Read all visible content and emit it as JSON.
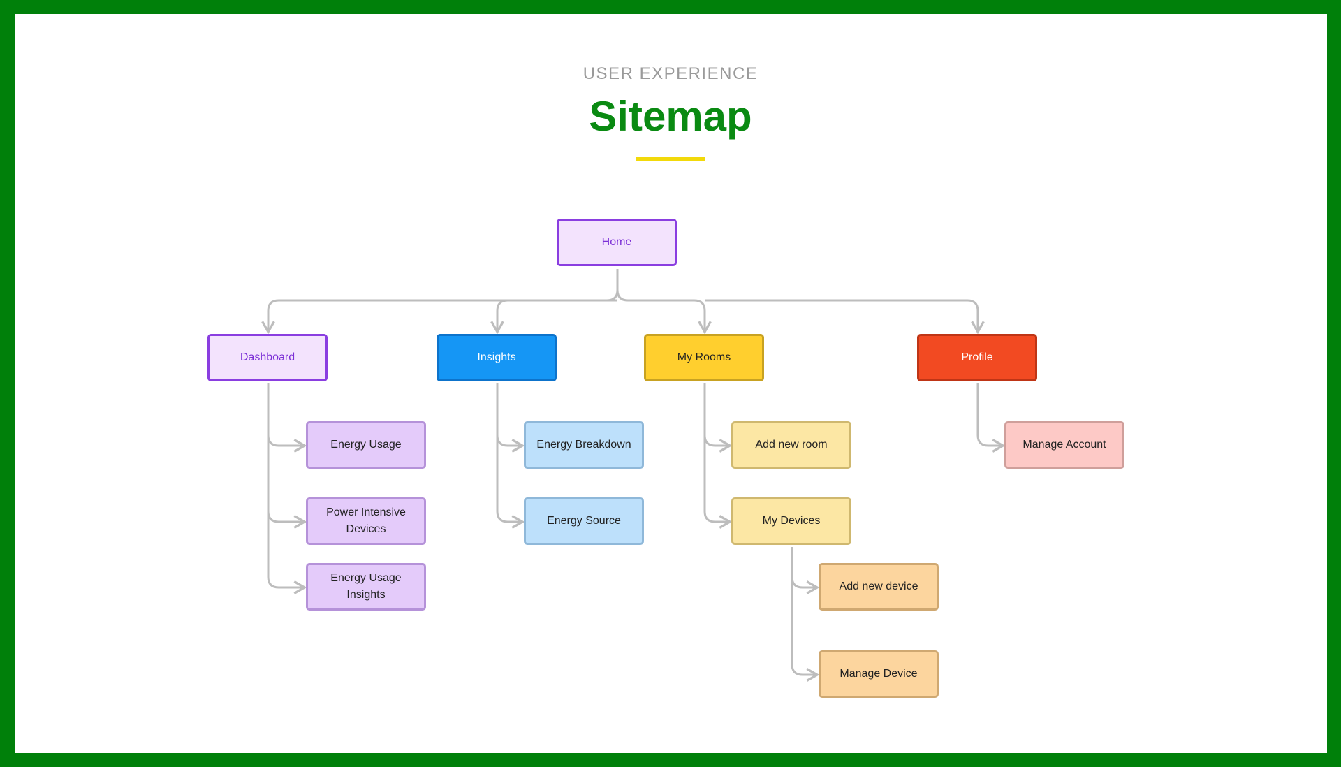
{
  "header": {
    "eyebrow": "USER EXPERIENCE",
    "title": "Sitemap"
  },
  "colors": {
    "frame": "#00800a",
    "title": "#0a8a12",
    "underline": "#f2d90a",
    "connector": "#bdbdbd"
  },
  "sitemap": {
    "home": "Home",
    "sections": [
      {
        "label": "Dashboard",
        "color": "#8a3ee0",
        "children": [
          "Energy Usage",
          "Power Intensive Devices",
          "Energy Usage Insights"
        ]
      },
      {
        "label": "Insights",
        "color": "#1596f5",
        "children": [
          "Energy Breakdown",
          "Energy Source"
        ]
      },
      {
        "label": "My Rooms",
        "color": "#ffcf2e",
        "children": [
          "Add new room",
          "My Devices"
        ],
        "my_devices_children": [
          "Add new device",
          "Manage Device"
        ]
      },
      {
        "label": "Profile",
        "color": "#f24a22",
        "children": [
          "Manage Account"
        ]
      }
    ]
  }
}
